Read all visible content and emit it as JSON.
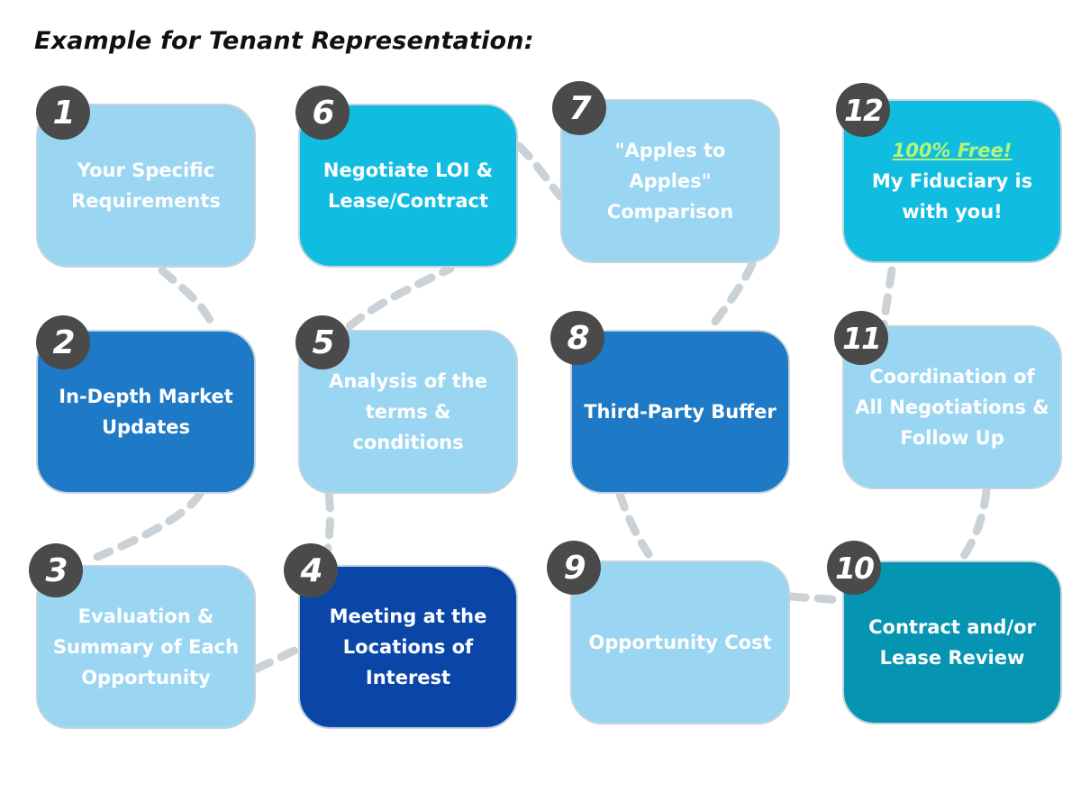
{
  "title": "Example for Tenant Representation:",
  "colors": {
    "light": "#9ad6f2",
    "cyan": "#10bde0",
    "mid": "#1e79c6",
    "dark": "#0a46a8",
    "teal": "#0595b2",
    "badge": "#4a4a4a",
    "connector": "#cbd2d7",
    "highlight": "#b4f57a"
  },
  "steps": [
    {
      "number": "1",
      "text": "Your Specific Requirements",
      "color": "light"
    },
    {
      "number": "2",
      "text": "In-Depth Market Updates",
      "color": "mid"
    },
    {
      "number": "3",
      "text": "Evaluation & Summary of Each Opportunity",
      "color": "light"
    },
    {
      "number": "4",
      "text": "Meeting at the Locations of Interest",
      "color": "dark"
    },
    {
      "number": "5",
      "text": "Analysis of the terms & conditions",
      "color": "light"
    },
    {
      "number": "6",
      "text": "Negotiate LOI & Lease/Contract",
      "color": "cyan"
    },
    {
      "number": "7",
      "text": "\"Apples to Apples\" Comparison",
      "color": "light"
    },
    {
      "number": "8",
      "text": "Third-Party Buffer",
      "color": "mid"
    },
    {
      "number": "9",
      "text": "Opportunity Cost",
      "color": "light"
    },
    {
      "number": "10",
      "text": "Contract and/or Lease Review",
      "color": "teal"
    },
    {
      "number": "11",
      "text": "Coordination of All Negotiations & Follow Up",
      "color": "light"
    },
    {
      "number": "12",
      "highlight": "100% Free!",
      "text": "My Fiduciary is with you!",
      "color": "cyan"
    }
  ]
}
